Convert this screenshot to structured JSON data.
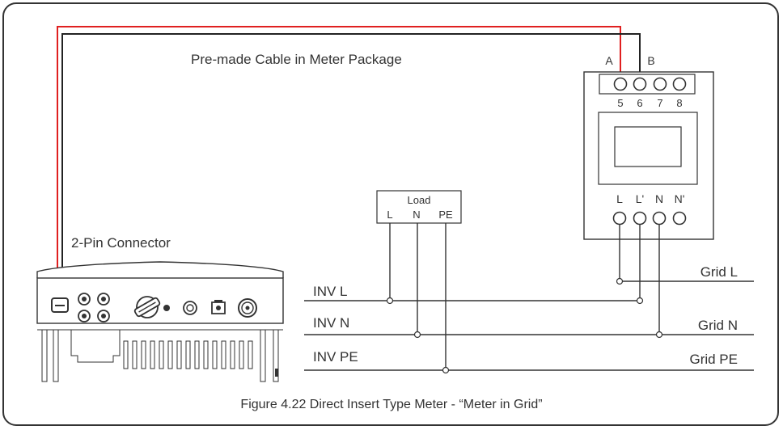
{
  "caption": "Figure 4.22 Direct Insert Type Meter - “Meter in Grid”",
  "cable_label": "Pre-made Cable in Meter Package",
  "connector_label": "2-Pin Connector",
  "meter": {
    "top_labels": [
      "A",
      "B"
    ],
    "top_terminals": [
      "5",
      "6",
      "7",
      "8"
    ],
    "bottom_terminals": [
      "L",
      "L'",
      "N",
      "N'"
    ]
  },
  "load": {
    "title": "Load",
    "terminals": [
      "L",
      "N",
      "PE"
    ]
  },
  "lines": {
    "inv_l": "INV L",
    "inv_n": "INV N",
    "inv_pe": "INV PE",
    "grid_l": "Grid L",
    "grid_n": "Grid N",
    "grid_pe": "Grid PE"
  },
  "colors": {
    "red_wire": "#e02020",
    "black_wire": "#222222",
    "line": "#333333"
  }
}
